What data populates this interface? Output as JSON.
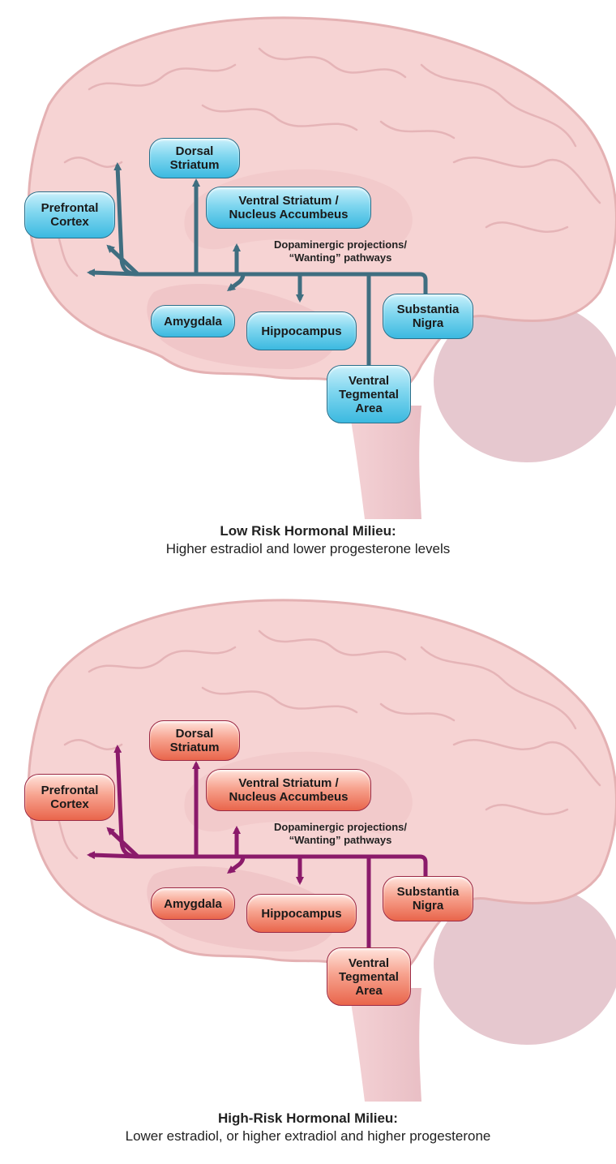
{
  "diagram": {
    "panels": [
      {
        "theme": "blue",
        "line_color": "#3f6e80",
        "labels": {
          "prefrontal_cortex": "Prefrontal\nCortex",
          "dorsal_striatum": "Dorsal\nStriatum",
          "ventral_striatum": "Ventral Striatum /\nNucleus Accumbeus",
          "amygdala": "Amygdala",
          "hippocampus": "Hippocampus",
          "substantia_nigra": "Substantia\nNigra",
          "vta": "Ventral\nTegmental\nArea"
        },
        "projections_text": "Dopaminergic projections/\n“Wanting” pathways",
        "caption_title": "Low Risk Hormonal Milieu:",
        "caption_subtitle": "Higher estradiol and lower progesterone levels"
      },
      {
        "theme": "red",
        "line_color": "#8b1a6a",
        "labels": {
          "prefrontal_cortex": "Prefrontal\nCortex",
          "dorsal_striatum": "Dorsal\nStriatum",
          "ventral_striatum": "Ventral Striatum /\nNucleus Accumbeus",
          "amygdala": "Amygdala",
          "hippocampus": "Hippocampus",
          "substantia_nigra": "Substantia\nNigra",
          "vta": "Ventral\nTegmental\nArea"
        },
        "projections_text": "Dopaminergic projections/\n“Wanting” pathways",
        "caption_title": "High-Risk Hormonal Milieu:",
        "caption_subtitle": "Lower estradiol, or higher extradiol and higher progesterone"
      }
    ]
  },
  "colors": {
    "brain_fill": "#f6d3d3",
    "brain_outline": "#e4b1b3",
    "blue_path": "#3f6e80",
    "red_path": "#8b1a6a"
  }
}
